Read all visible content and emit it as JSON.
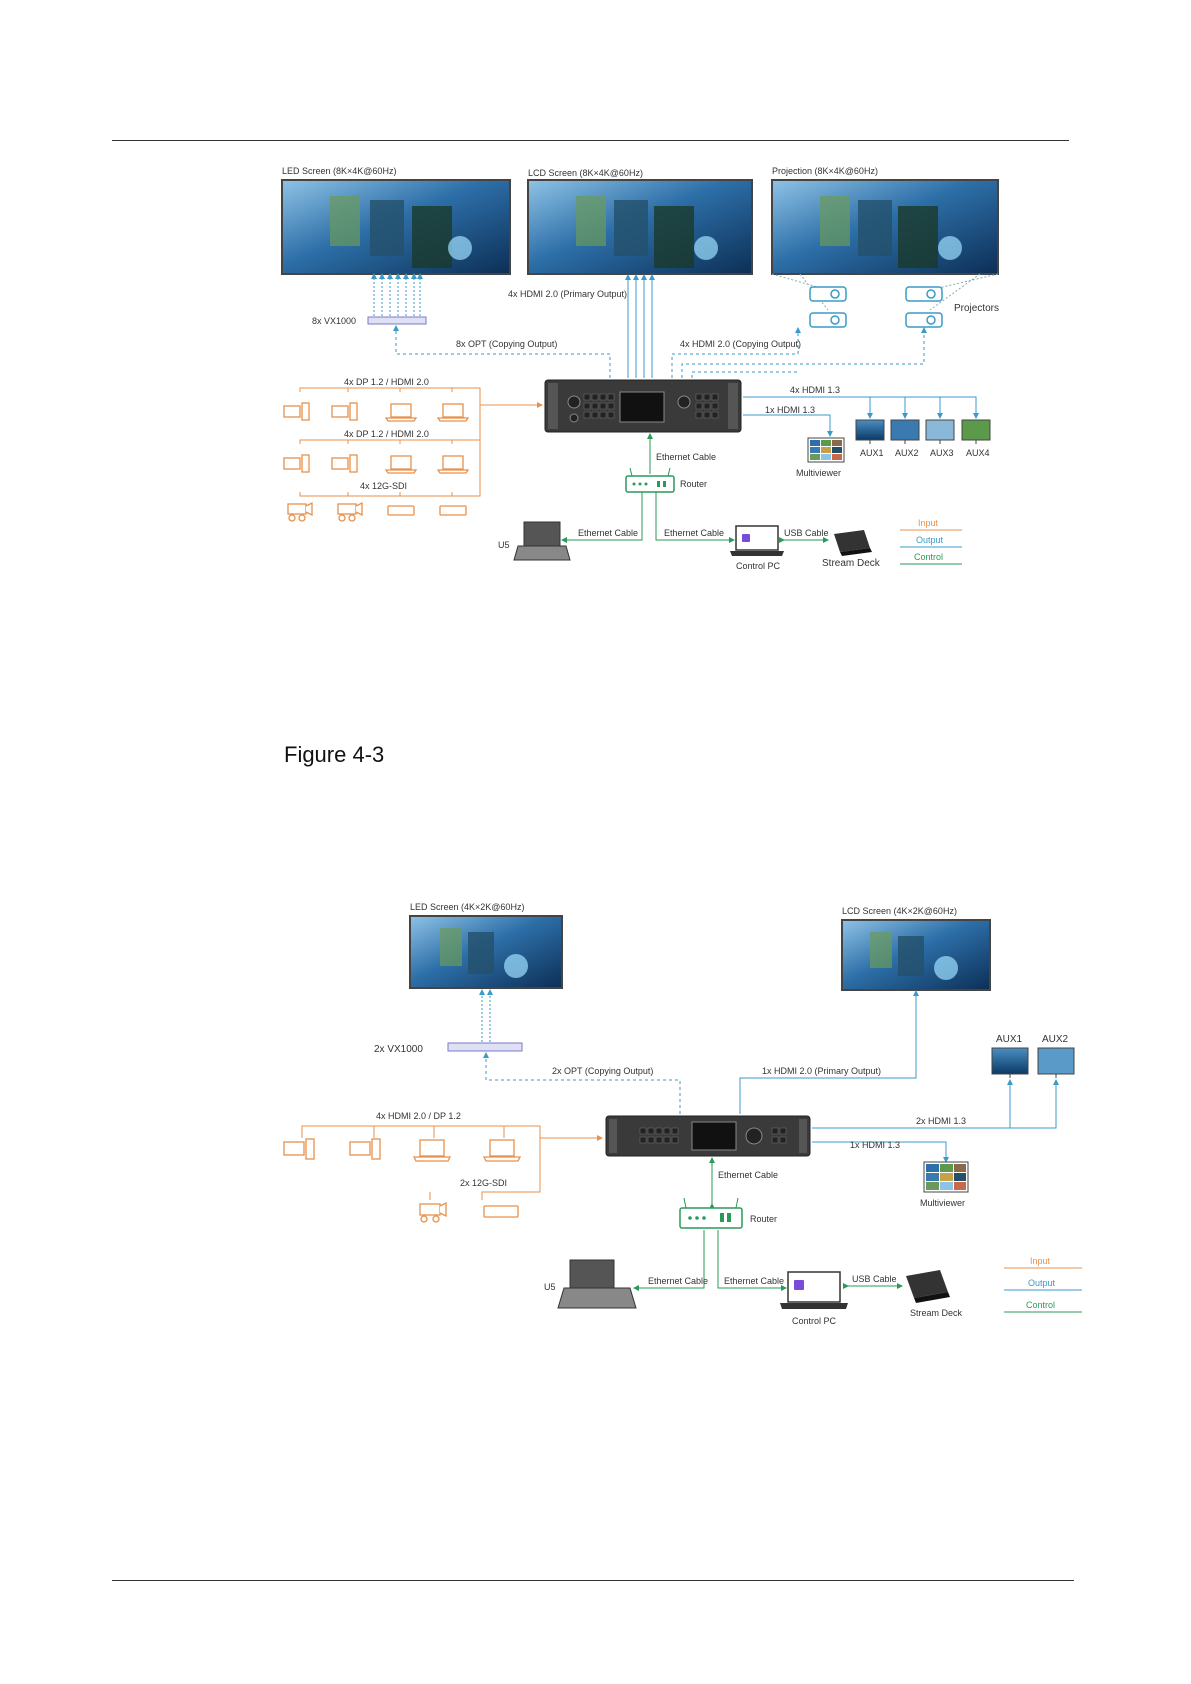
{
  "figure_label": "Figure 4-3",
  "colors": {
    "input": "#e8914a",
    "output": "#3a9bc8",
    "control": "#2a9a5a",
    "vx": "#7a7ac8",
    "device": "#3a3a3a"
  },
  "diagram1": {
    "led_screen": "LED Screen (8K×4K@60Hz)",
    "lcd_screen": "LCD Screen (8K×4K@60Hz)",
    "projection": "Projection (8K×4K@60Hz)",
    "vx": "8x VX1000",
    "primary_output": "4x HDMI 2.0 (Primary Output)",
    "opt_output": "8x OPT (Copying Output)",
    "hdmi_copy": "4x HDMI 2.0 (Copying Output)",
    "projectors": "Projectors",
    "input_dp1": "4x DP 1.2 / HDMI 2.0",
    "input_dp2": "4x DP 1.2 / HDMI 2.0",
    "input_sdi": "4x 12G-SDI",
    "hdmi13_4": "4x HDMI 1.3",
    "hdmi13_1": "1x HDMI 1.3",
    "aux": [
      "AUX1",
      "AUX2",
      "AUX3",
      "AUX4"
    ],
    "multiviewer": "Multiviewer",
    "ethernet1": "Ethernet Cable",
    "router": "Router",
    "u5": "U5",
    "ethernet2": "Ethernet Cable",
    "ethernet3": "Ethernet Cable",
    "usb": "USB Cable",
    "control_pc": "Control PC",
    "stream_deck": "Stream Deck",
    "legend": {
      "input": "Input",
      "output": "Output",
      "control": "Control"
    }
  },
  "diagram2": {
    "led_screen": "LED Screen (4K×2K@60Hz)",
    "lcd_screen": "LCD Screen (4K×2K@60Hz)",
    "vx": "2x VX1000",
    "opt_output": "2x OPT (Copying Output)",
    "primary_output": "1x HDMI 2.0 (Primary Output)",
    "aux": [
      "AUX1",
      "AUX2"
    ],
    "input_hdmi": "4x HDMI 2.0 / DP 1.2",
    "input_sdi": "2x 12G-SDI",
    "hdmi13_2": "2x HDMI 1.3",
    "hdmi13_1": "1x HDMI 1.3",
    "multiviewer": "Multiviewer",
    "ethernet1": "Ethernet Cable",
    "router": "Router",
    "u5": "U5",
    "ethernet2": "Ethernet Cable",
    "ethernet3": "Ethernet Cable",
    "usb": "USB Cable",
    "control_pc": "Control PC",
    "stream_deck": "Stream Deck",
    "legend": {
      "input": "Input",
      "output": "Output",
      "control": "Control"
    }
  }
}
